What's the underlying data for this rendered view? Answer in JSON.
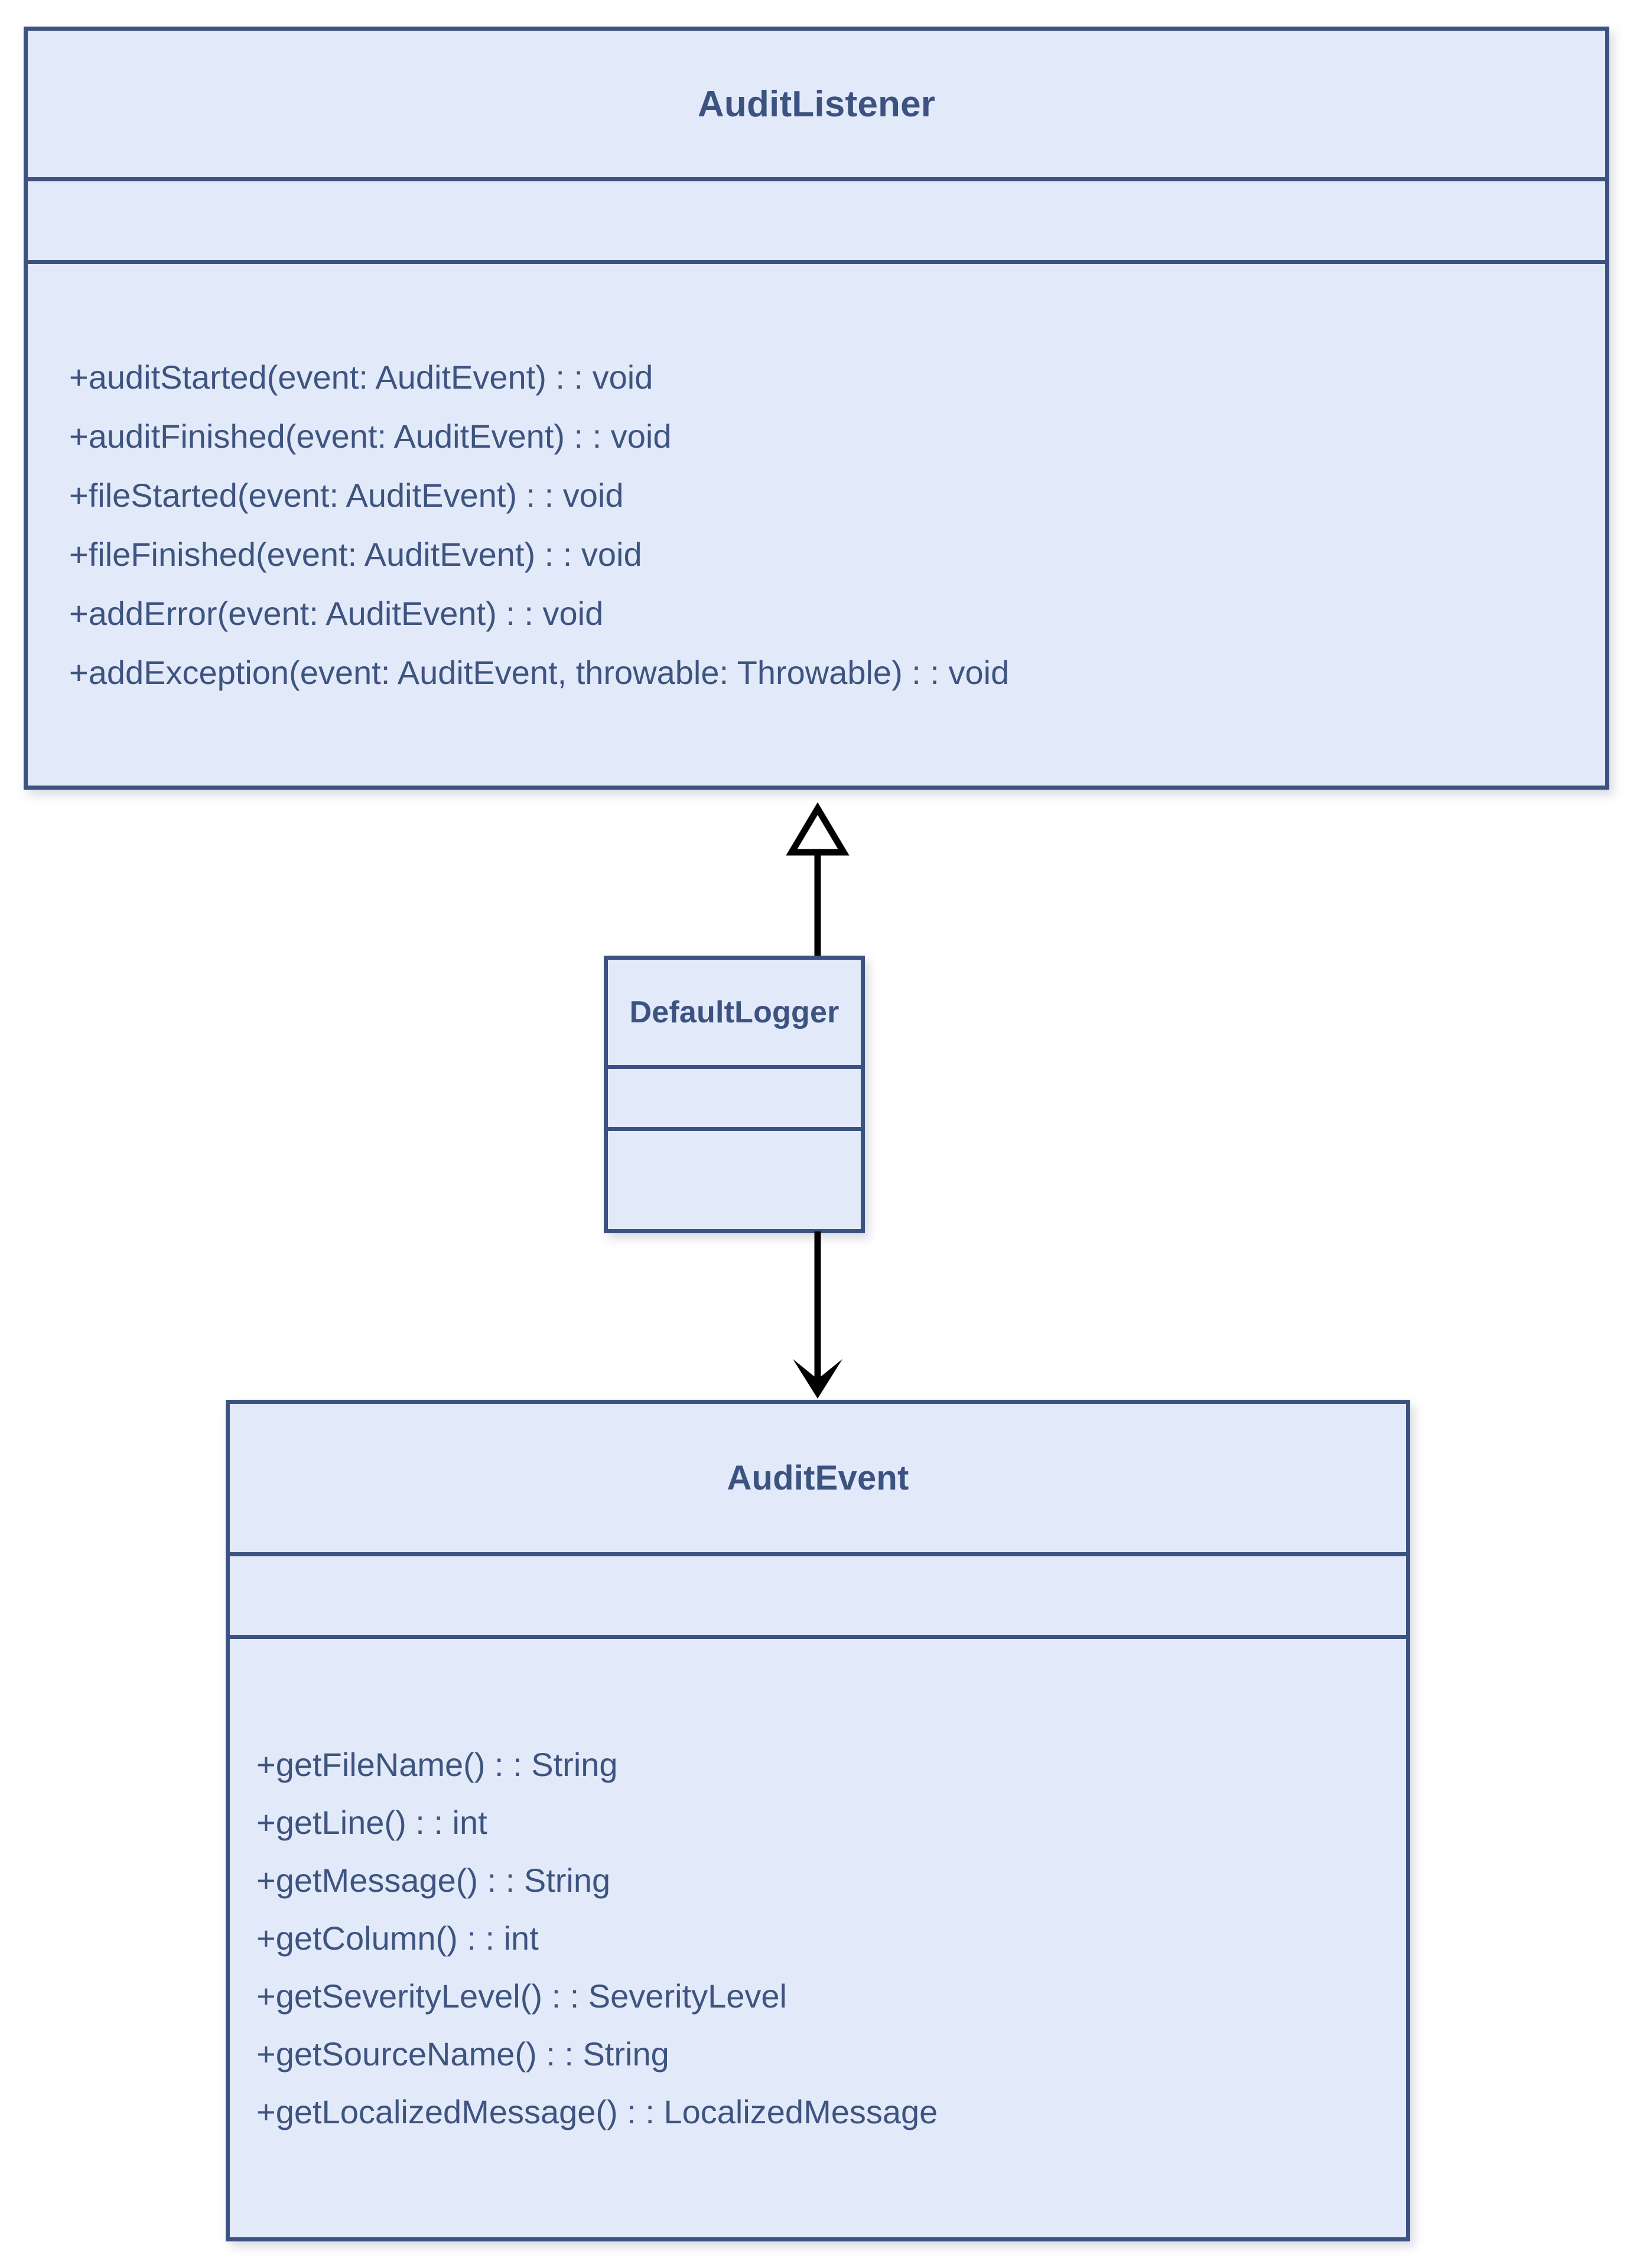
{
  "diagram": {
    "type": "uml-class-diagram",
    "background_color": "#ffffff",
    "class_fill_color": "#e2eaf9",
    "class_border_color": "#3c5280",
    "text_color": "#3e5480",
    "connector_color": "#000000"
  },
  "classes": [
    {
      "id": "auditlistener",
      "name": "AuditListener",
      "attributes": [],
      "methods": [
        "+auditStarted(event: AuditEvent) : : void",
        "+auditFinished(event: AuditEvent) : : void",
        "+fileStarted(event: AuditEvent) : : void",
        "+fileFinished(event: AuditEvent) : : void",
        "+addError(event: AuditEvent) : : void",
        "+addException(event: AuditEvent, throwable: Throwable) : : void"
      ]
    },
    {
      "id": "defaultlogger",
      "name": "DefaultLogger",
      "attributes": [],
      "methods": []
    },
    {
      "id": "auditevent",
      "name": "AuditEvent",
      "attributes": [],
      "methods": [
        "+getFileName() : : String",
        "+getLine() : : int",
        "+getMessage() : : String",
        "+getColumn() : : int",
        "+getSeverityLevel() : : SeverityLevel",
        "+getSourceName() : : String",
        "+getLocalizedMessage() : : LocalizedMessage"
      ]
    }
  ],
  "connectors": [
    {
      "id": "generalization",
      "kind": "generalization",
      "arrowhead": "hollow-triangle",
      "from": "DefaultLogger",
      "to": "AuditListener",
      "direction": "up"
    },
    {
      "id": "dependency",
      "kind": "association",
      "arrowhead": "open-arrow",
      "from": "DefaultLogger",
      "to": "AuditEvent",
      "direction": "down"
    }
  ]
}
